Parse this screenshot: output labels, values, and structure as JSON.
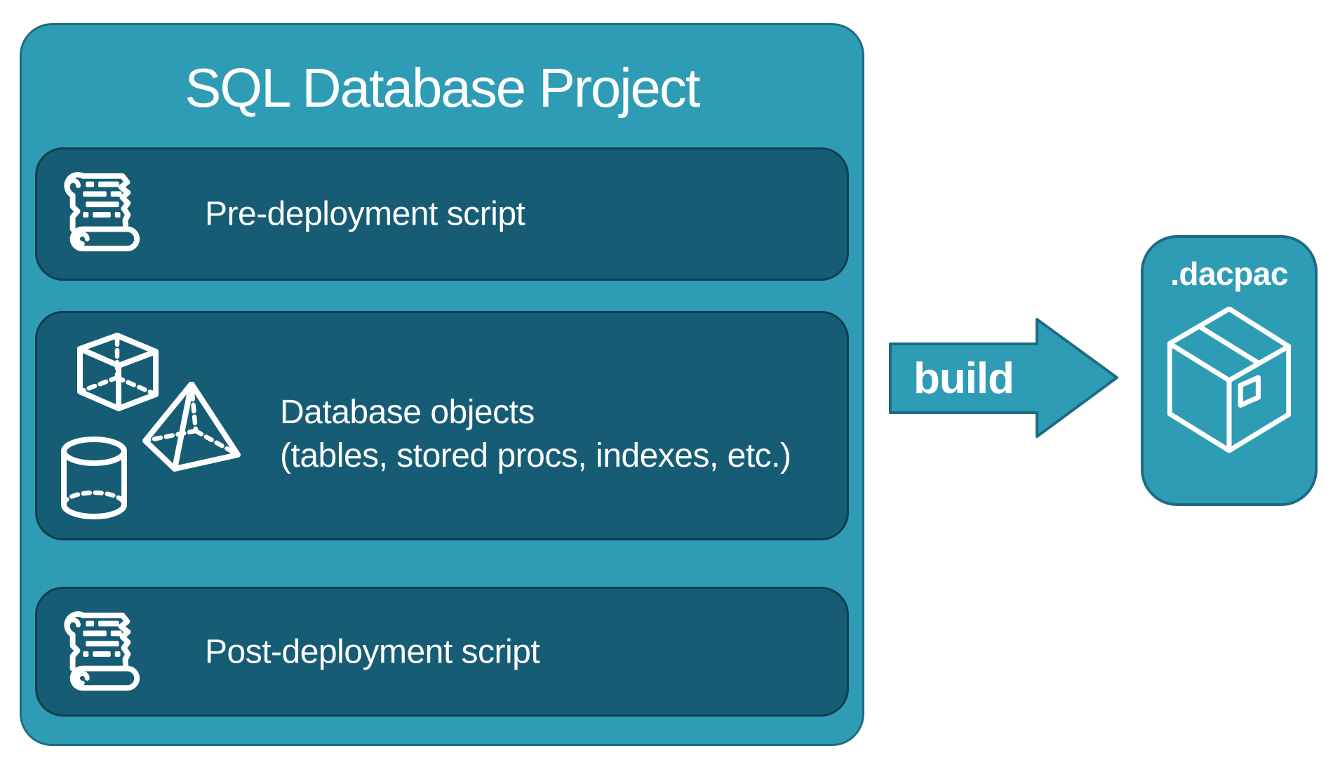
{
  "project": {
    "title": "SQL Database Project",
    "items": [
      {
        "label": "Pre-deployment script",
        "icon": "scroll-icon"
      },
      {
        "label": "Database objects",
        "sublabel": "(tables, stored procs, indexes, etc.)",
        "icons": [
          "cube-icon",
          "pyramid-icon",
          "cylinder-icon"
        ]
      },
      {
        "label": "Post-deployment script",
        "icon": "scroll-icon"
      }
    ]
  },
  "arrow": {
    "label": "build"
  },
  "output": {
    "label": ".dacpac",
    "icon": "package-icon"
  },
  "colors": {
    "teal_fill": "#2F9CB5",
    "teal_border": "#1C6C84",
    "panel_fill": "#165C74",
    "panel_border": "#0D3E52",
    "icon_and_text": "#FFFFFF",
    "background": "#FFFFFF"
  }
}
